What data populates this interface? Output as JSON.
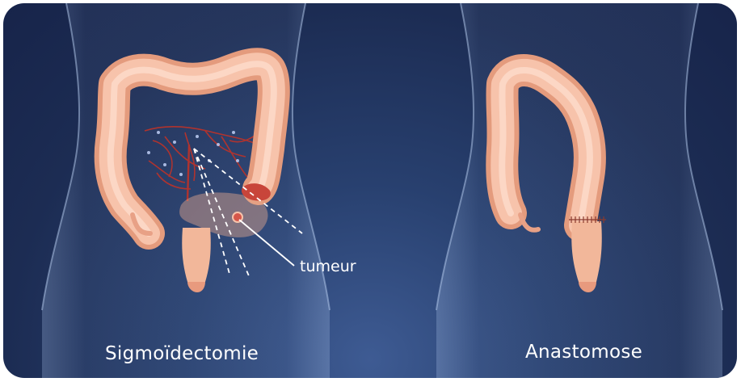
{
  "labels": {
    "tumor": "tumeur",
    "left_caption": "Sigmoïdectomie",
    "right_caption": "Anastomose"
  },
  "colors": {
    "background": "#1c2c53",
    "colon": "#f2b79a",
    "tumor": "#c8453a",
    "vessels": "#b8332b"
  }
}
